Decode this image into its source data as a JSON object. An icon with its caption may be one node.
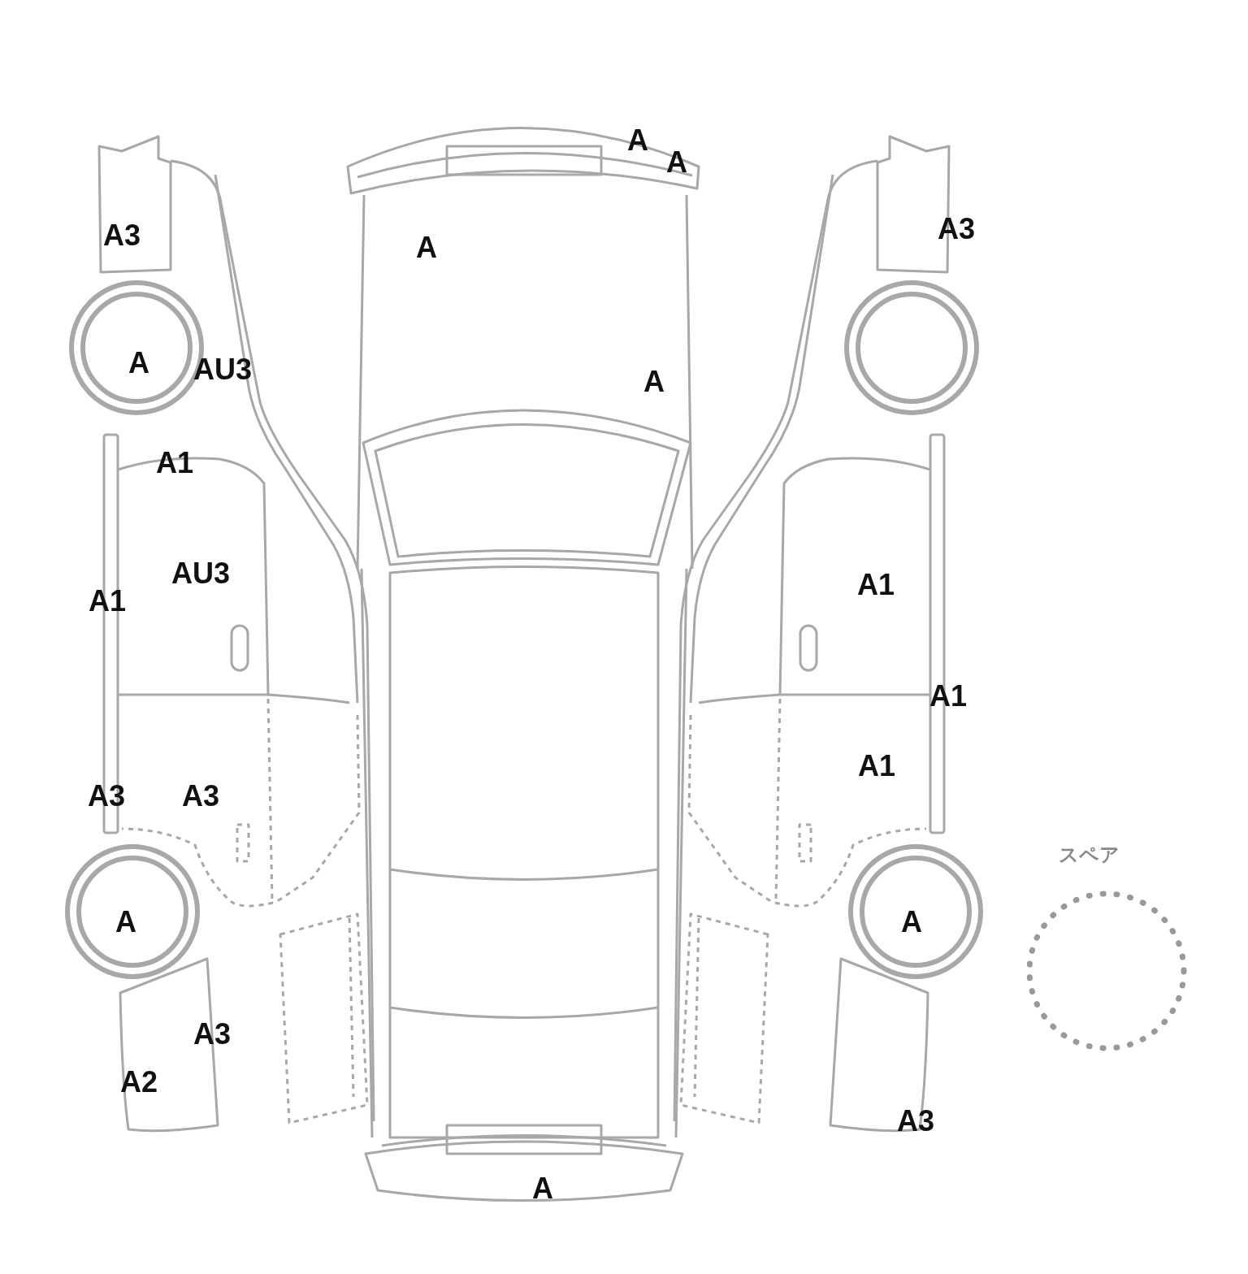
{
  "diagram": {
    "nodes": [
      {
        "text": [],
        "shape": "circle",
        "beside": [
          "スペア"
        ]
      }
    ],
    "labels": [
      "A",
      "A",
      "A3",
      "A3",
      "A",
      "A",
      "AU3",
      "A",
      "A1",
      "AU3",
      "A1",
      "A1",
      "A1",
      "A1",
      "A3",
      "A3",
      "A",
      "A",
      "A3",
      "A2",
      "A3",
      "A"
    ]
  }
}
